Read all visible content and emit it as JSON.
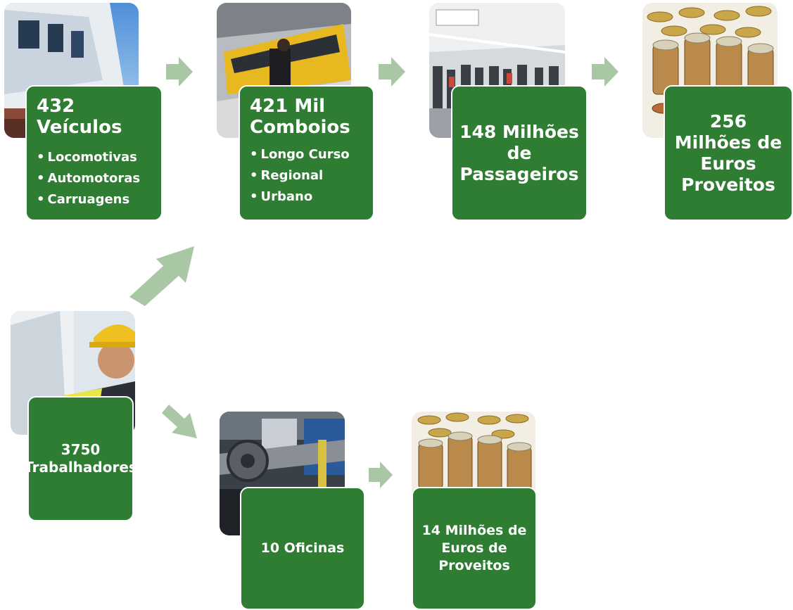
{
  "top_row": [
    {
      "title": "432 Veículos",
      "items": [
        "Locomotivas",
        "Automotoras",
        "Carruagens"
      ]
    },
    {
      "title": "421 Mil Comboios",
      "items": [
        "Longo Curso",
        "Regional",
        "Urbano"
      ]
    },
    {
      "title": "148 Milhões de Passageiros"
    },
    {
      "title": "256 Milhões de Euros Proveitos"
    }
  ],
  "workers": {
    "title": "3750 Trabalhadores"
  },
  "bottom_row": [
    {
      "title": "10 Oficinas"
    },
    {
      "title": "14 Milhões de Euros de Proveitos"
    }
  ],
  "colors": {
    "box_fill": "#2e7d32",
    "box_text": "#ffffff",
    "arrow": "#a9c7a5"
  },
  "icons": [
    "train-photo",
    "train-platform-photo",
    "station-crowd-photo",
    "coins-photo",
    "worker-photo",
    "workshop-photo",
    "coins-photo"
  ]
}
